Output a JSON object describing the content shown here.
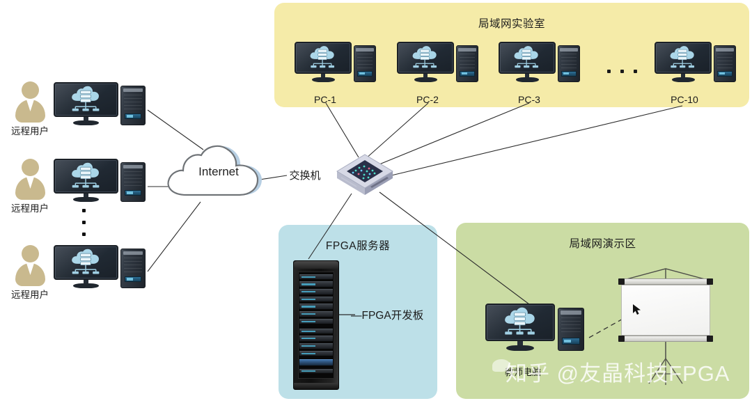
{
  "diagram": {
    "title_internet": "Internet",
    "switch_label": "交换机",
    "dots_label": "..."
  },
  "panels": {
    "lan_lab": {
      "title": "局域网实验室",
      "color": "#F5EBA8"
    },
    "fpga_server": {
      "title": "FPGA服务器",
      "color": "#BDE0E8",
      "device_label": "—FPGA开发板"
    },
    "lan_demo": {
      "title": "局域网演示区",
      "color": "#CBDCA4",
      "computer_label": "教师电脑"
    }
  },
  "remote_users": [
    {
      "label": "远程用户"
    },
    {
      "label": "远程用户"
    },
    {
      "label": "远程用户"
    }
  ],
  "lab_pcs": [
    {
      "label": "PC-1"
    },
    {
      "label": "PC-2"
    },
    {
      "label": "PC-3"
    },
    {
      "label": "PC-10"
    }
  ],
  "watermark": {
    "text": "知乎 @友晶科技FPGA"
  },
  "colors": {
    "line": "#2b2b2b",
    "cloud_stroke": "#6f7377",
    "cloud_shade": "#b7cfe3",
    "avatar": "#c9b98e",
    "screen_glyph": "#a8d5e8"
  }
}
